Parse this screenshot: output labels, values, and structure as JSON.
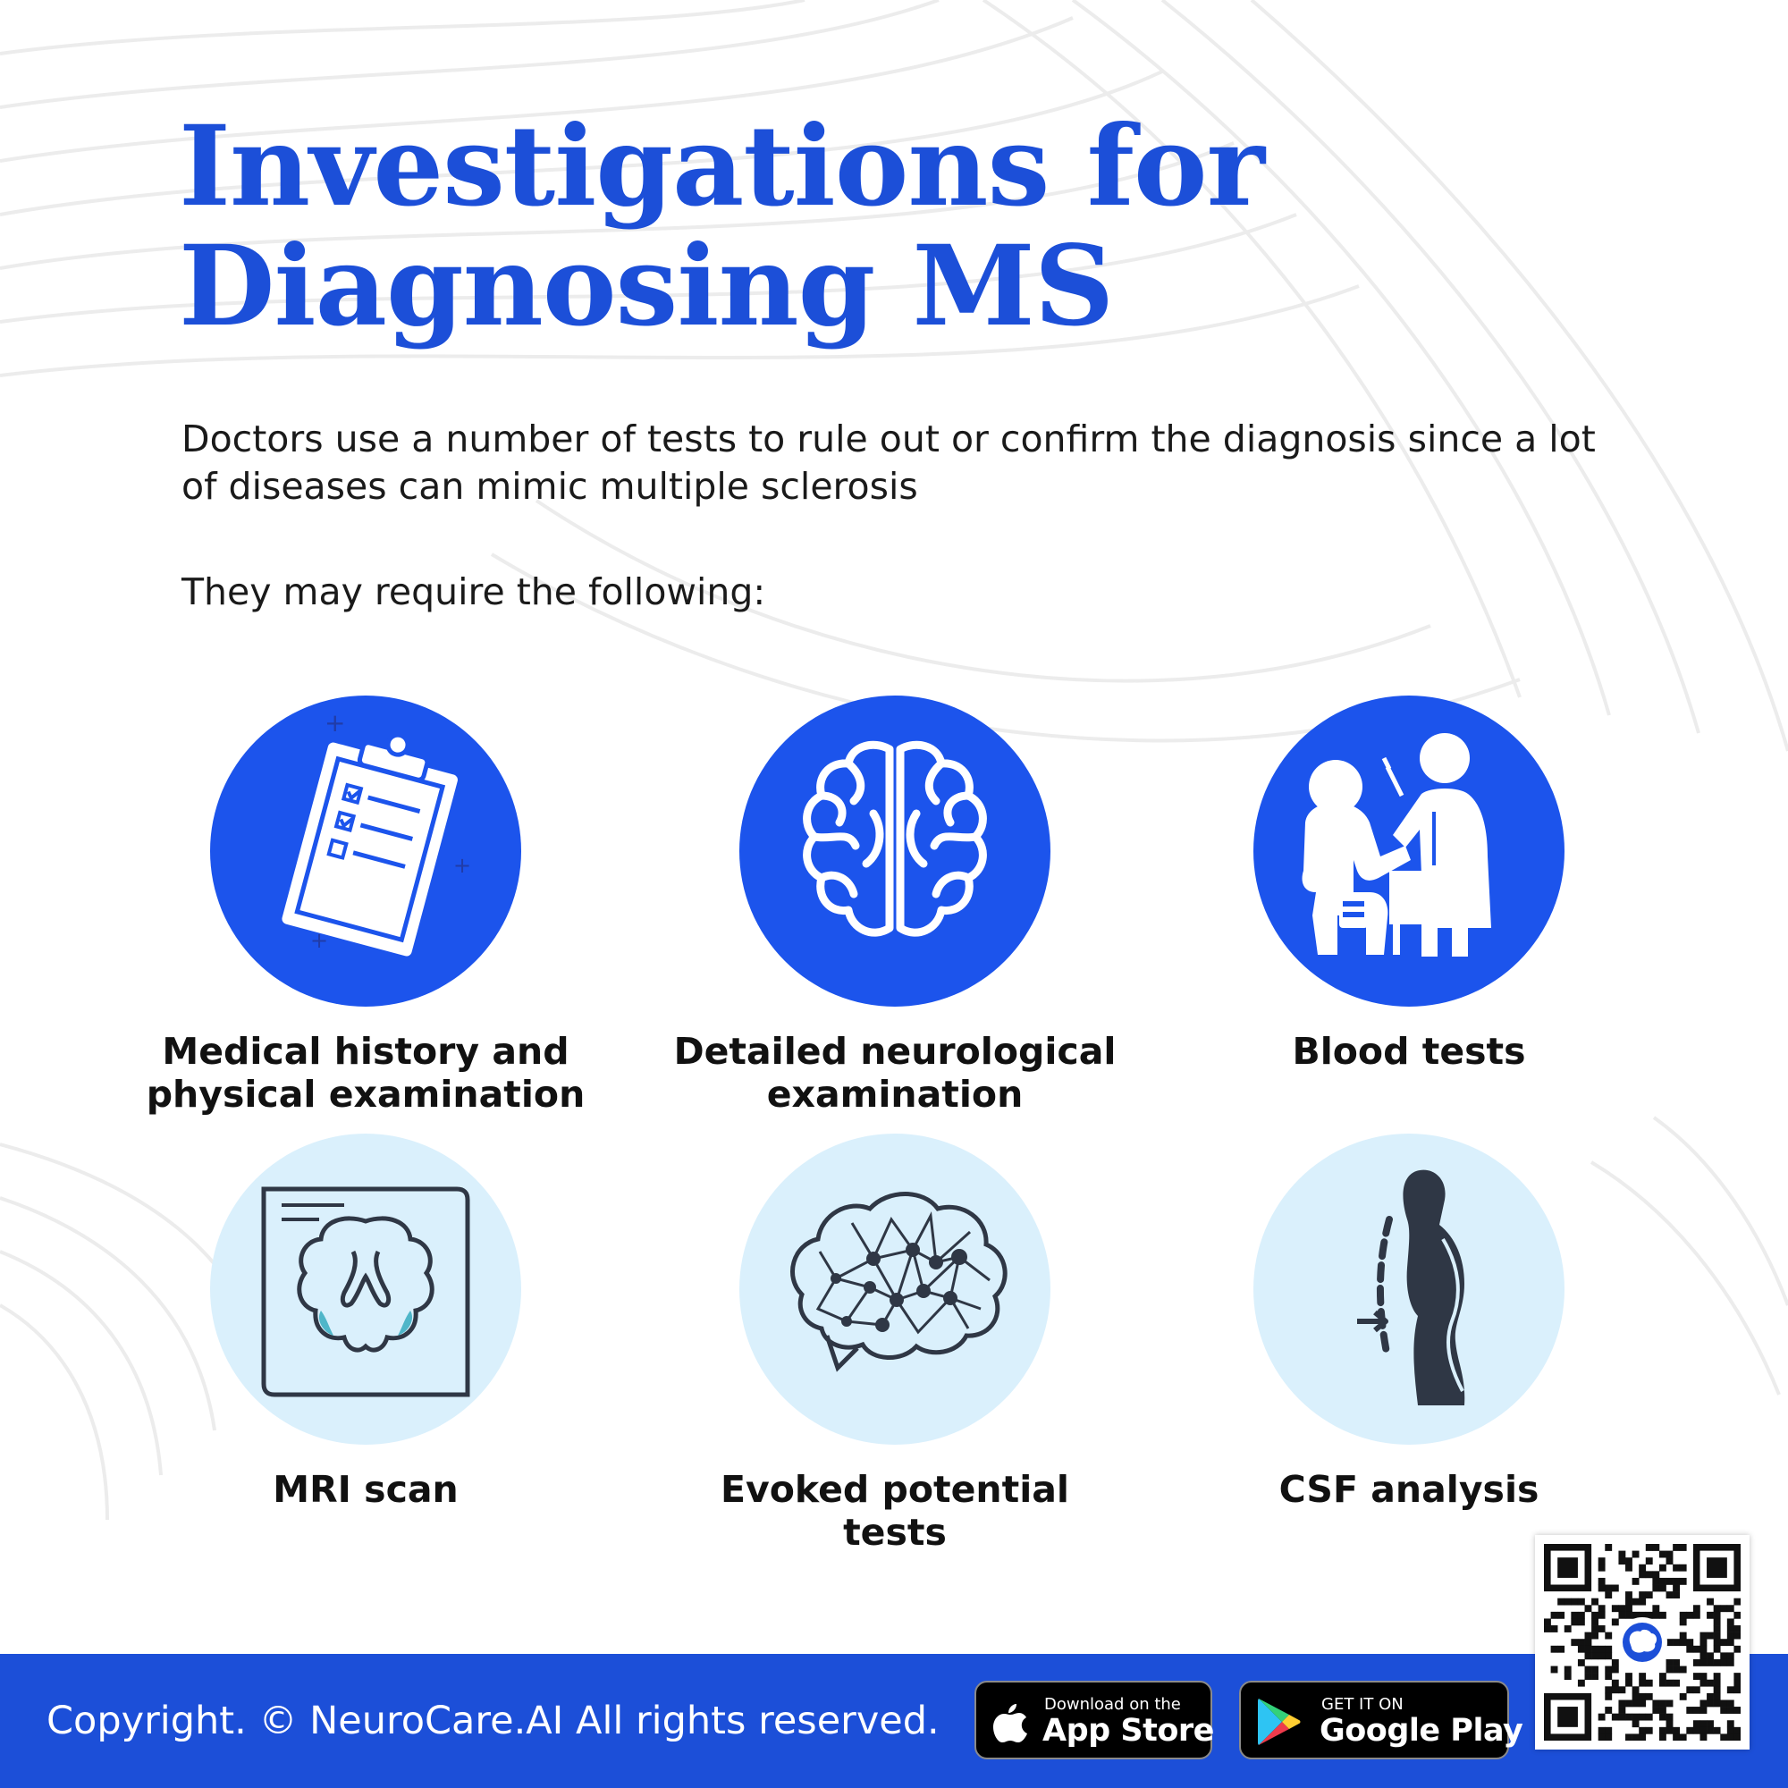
{
  "title_line1": "Investigations for",
  "title_line2": "Diagnosing MS",
  "intro": "Doctors use a number of tests to rule out or confirm the diagnosis since a lot of diseases can mimic multiple sclerosis",
  "lead": "They may require the following:",
  "investigations": [
    {
      "label_line1": "Medical history and",
      "label_line2": "physical examination",
      "icon": "clipboard-icon"
    },
    {
      "label_line1": "Detailed neurological",
      "label_line2": "examination",
      "icon": "brain-icon"
    },
    {
      "label_line1": "Blood tests",
      "label_line2": "",
      "icon": "blood-draw-icon"
    },
    {
      "label_line1": "MRI scan",
      "label_line2": "",
      "icon": "mri-brain-icon"
    },
    {
      "label_line1": "Evoked potential",
      "label_line2": "tests",
      "icon": "brain-network-icon"
    },
    {
      "label_line1": "CSF analysis",
      "label_line2": "",
      "icon": "spine-icon"
    }
  ],
  "footer": {
    "copyright": "Copyright. © NeuroCare.AI All rights reserved.",
    "app_store_small": "Download on the",
    "app_store_big": "App Store",
    "google_play_small": "GET IT ON",
    "google_play_big": "Google Play"
  },
  "colors": {
    "accent": "#1c4fd8",
    "circle_dark": "#1c54ec",
    "circle_light": "#daf0fc",
    "icon_dark": "#2f3745",
    "footer": "#1c4fd8"
  }
}
